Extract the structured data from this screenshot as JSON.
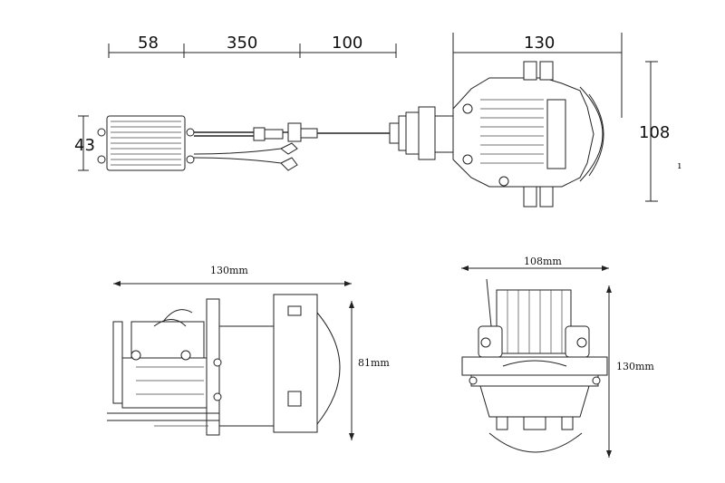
{
  "top_view": {
    "dims": {
      "driver_length": "58",
      "cable_length": "350",
      "lead_length": "100",
      "lamp_width": "130",
      "lamp_height": "108",
      "driver_height": "43"
    },
    "stray_mark": "ı"
  },
  "side_view": {
    "width_label": "130mm",
    "height_label": "81mm"
  },
  "front_view": {
    "width_label": "108mm",
    "height_label": "130mm"
  }
}
